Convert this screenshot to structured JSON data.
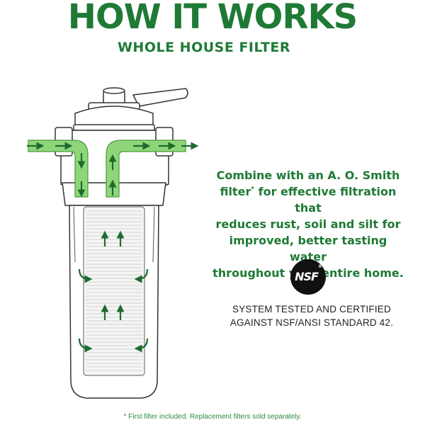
{
  "header": {
    "title": "HOW IT WORKS",
    "subtitle": "WHOLE HOUSE FILTER"
  },
  "description": {
    "line1": "Combine with an A. O. Smith",
    "line2_before": "filter",
    "line2_mark": "*",
    "line2_after": " for effective filtration that",
    "line3": "reduces rust, soil and silt for",
    "line4": "improved, better tasting water",
    "line5": "throughout your entire home."
  },
  "certification": {
    "logo_text": "NSF",
    "logo_mark": "®",
    "line1": "SYSTEM TESTED AND CERTIFIED",
    "line2": "AGAINST NSF/ANSI STANDARD 42."
  },
  "footnote": "* First filter included. Replacement filters sold separately.",
  "colors": {
    "brand_green": "#1f7a35",
    "flow_fill": "#8fd67a",
    "arrow_green": "#1d6b2e",
    "outline": "#333333"
  }
}
